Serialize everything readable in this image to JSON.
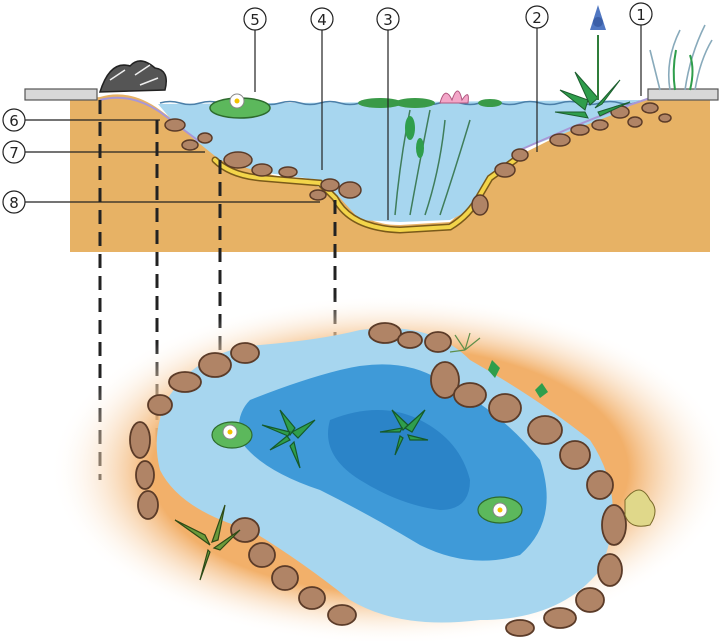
{
  "callouts": [
    {
      "id": "1",
      "label": "1"
    },
    {
      "id": "2",
      "label": "2"
    },
    {
      "id": "3",
      "label": "3"
    },
    {
      "id": "4",
      "label": "4"
    },
    {
      "id": "5",
      "label": "5"
    },
    {
      "id": "6",
      "label": "6"
    },
    {
      "id": "7",
      "label": "7"
    },
    {
      "id": "8",
      "label": "8"
    }
  ],
  "colors": {
    "soil": "#e7b265",
    "soil_dark": "#d49a4e",
    "water": "#a7d6ef",
    "water_deep": "#3f9ad8",
    "water_deepest": "#2b84c8",
    "liner": "#f3d54a",
    "liner_edge": "#7a5a1a",
    "stone": "#b08466",
    "leaf": "#2f9e4c",
    "lily": "#5cb85c",
    "flower": "#ffffff",
    "paving": "#d8d8d8"
  }
}
